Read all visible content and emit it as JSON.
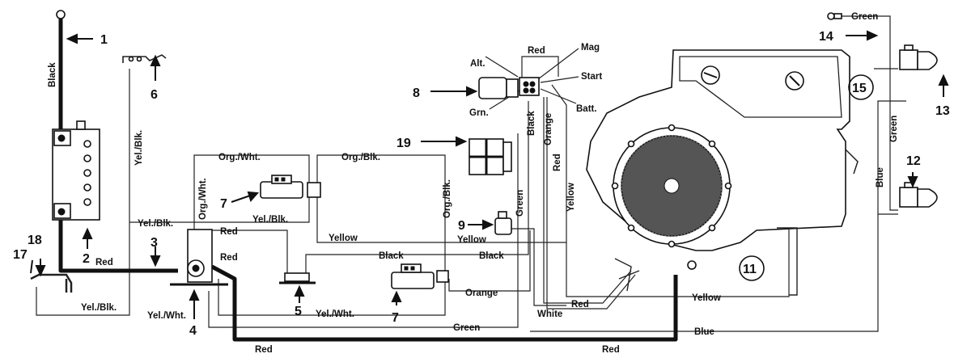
{
  "callouts": {
    "c1": "1",
    "c2": "2",
    "c3": "3",
    "c4": "4",
    "c5": "5",
    "c6": "6",
    "c7a": "7",
    "c7b": "7",
    "c8": "8",
    "c9": "9",
    "c11": "11",
    "c12": "12",
    "c13": "13",
    "c14": "14",
    "c15": "15",
    "c17": "17",
    "c18": "18",
    "c19": "19"
  },
  "wire_labels": {
    "black_battery": "Black",
    "red_battery": "Red",
    "yelblk_6": "Yel./Blk.",
    "yelblk_junction": "Yel./Blk.",
    "yelblk_17": "Yel./Blk.",
    "orgwht_top": "Org./Wht.",
    "orgwht_vert": "Org./Wht.",
    "yelblk_7": "Yel./Blk.",
    "orgblk_top": "Org./Blk.",
    "orgblk_vert": "Org./Blk.",
    "red_short": "Red",
    "red_main": "Red",
    "red_bottom_left": "Red",
    "red_bottom_right": "Red",
    "yellow_mid": "Yellow",
    "yellow_right": "Yellow",
    "black_mid": "Black",
    "black_right": "Black",
    "yelwht_bottom": "Yel./Wht.",
    "yelwht_mid": "Yel./Wht.",
    "green_bottom": "Green",
    "orange_bottom": "Orange",
    "white_bottom": "White",
    "red_engine": "Red",
    "yellow_engine": "Yellow",
    "blue_bottom": "Blue",
    "blue_vert": "Blue",
    "green_vert_lights": "Green",
    "green_top": "Green",
    "green_switch": "Green",
    "black_switch": "Black",
    "orange_switch": "Orange",
    "red_switch": "Red",
    "yellow_switch": "Yellow",
    "red_top": "Red"
  },
  "terminal_labels": {
    "mag": "Mag",
    "alt": "Alt.",
    "start": "Start",
    "grn": "Grn.",
    "batt": "Batt."
  }
}
